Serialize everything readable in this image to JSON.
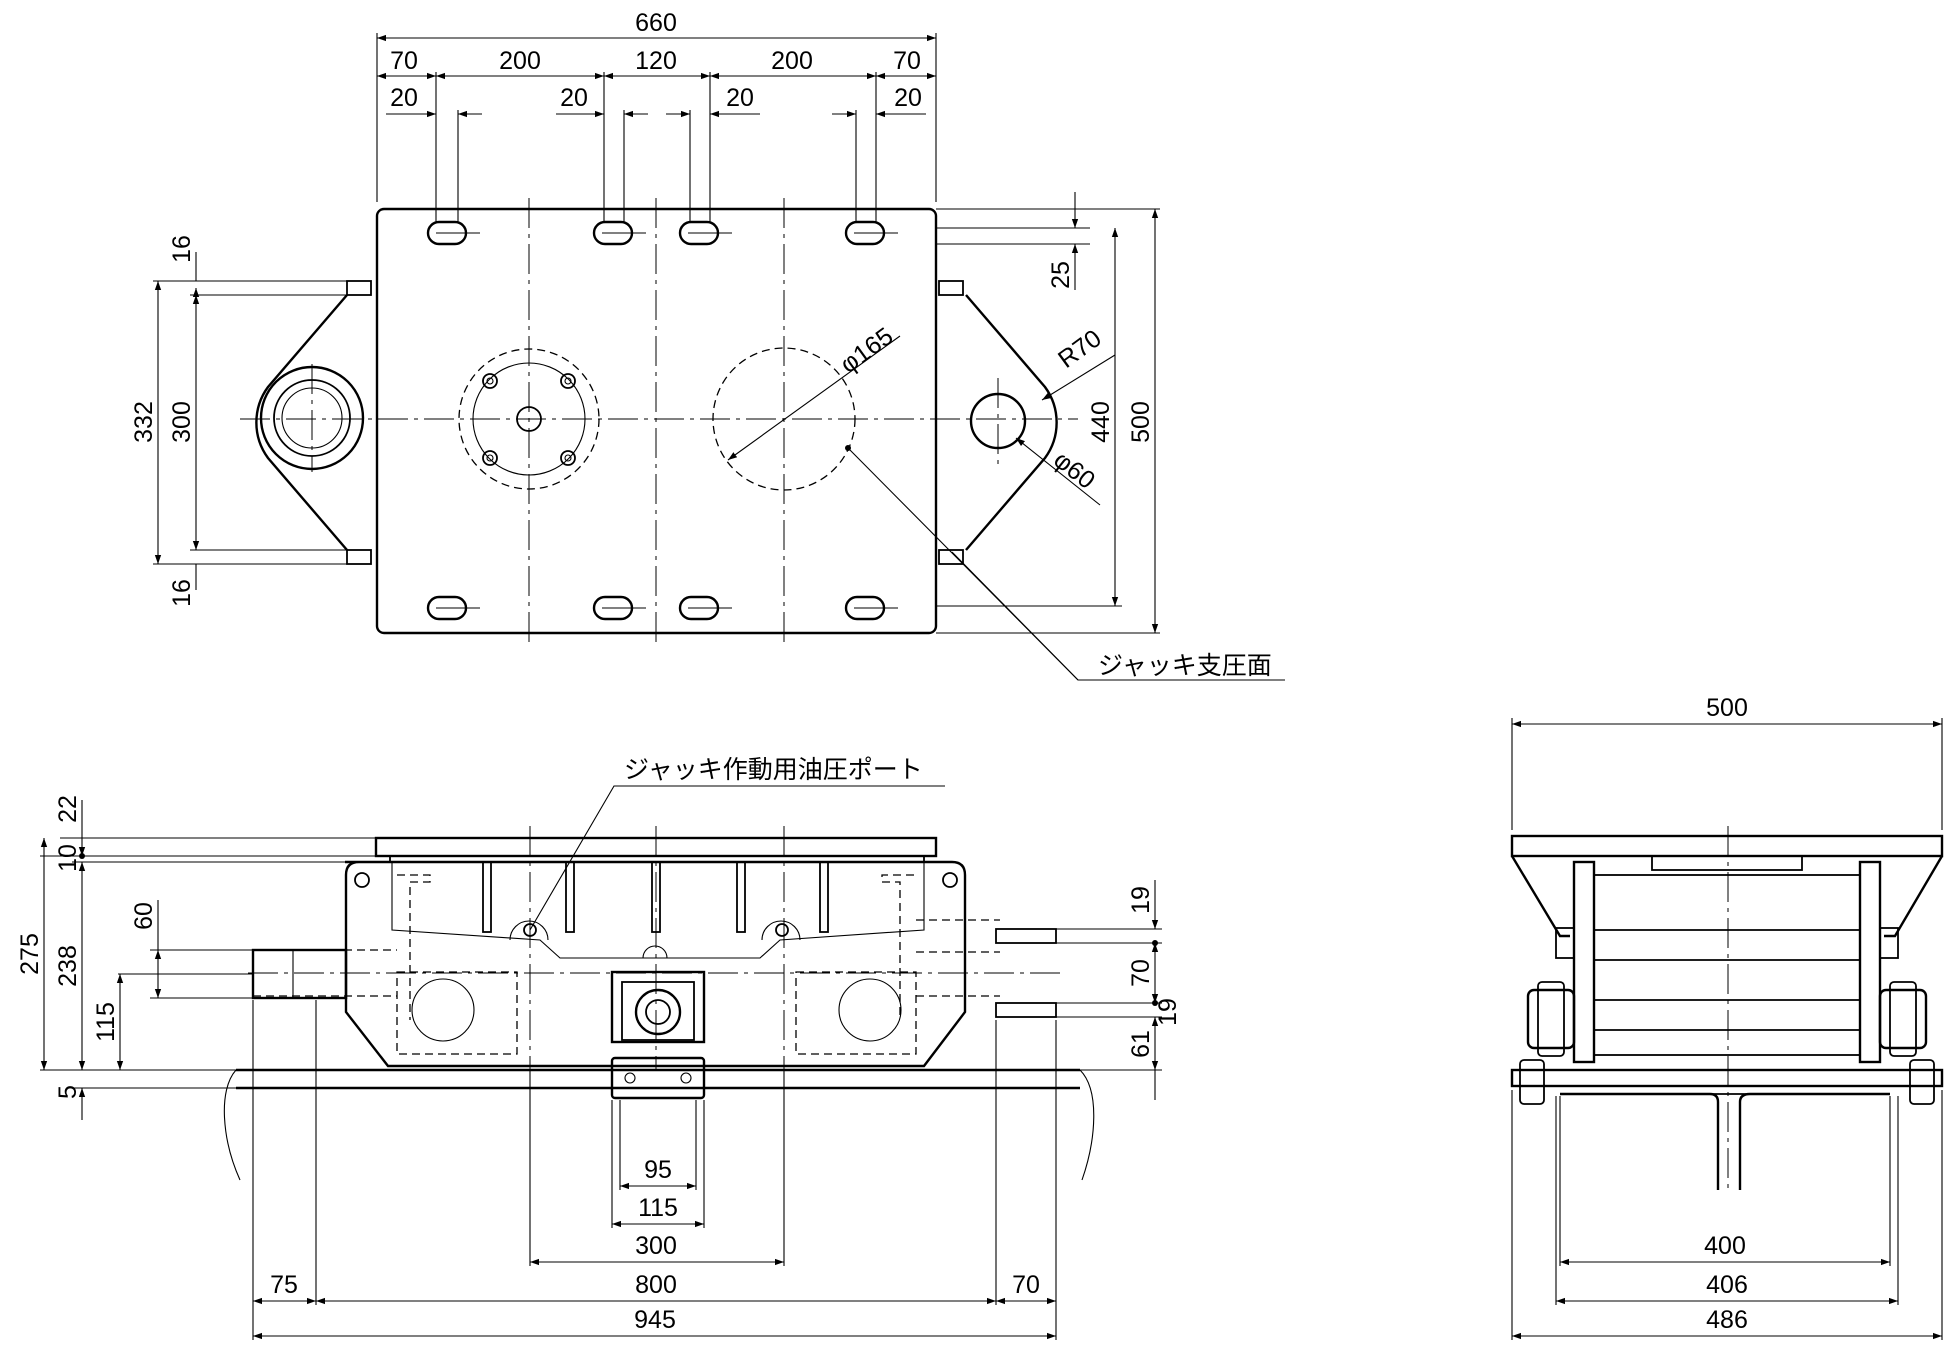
{
  "top_view": {
    "dims": {
      "overall_width": "660",
      "d70_left": "70",
      "d200_left": "200",
      "d120": "120",
      "d200_right": "200",
      "d70_right": "70",
      "slot20_a": "20",
      "slot20_b": "20",
      "slot20_c": "20",
      "slot20_d": "20",
      "d16_top": "16",
      "d16_bottom": "16",
      "d332": "332",
      "d300": "300",
      "d25": "25",
      "r70": "R70",
      "d440": "440",
      "d500": "500",
      "phi165": "φ165",
      "phi60": "φ60"
    },
    "callout_jack_bearing": "ジャッキ支圧面"
  },
  "front_view": {
    "callout_oil_port": "ジャッキ作動用油圧ポート",
    "dims": {
      "d22": "22",
      "d10": "10",
      "d275": "275",
      "d238": "238",
      "d60": "60",
      "d115_v": "115",
      "d5": "5",
      "d19_top": "19",
      "d70_v": "70",
      "d19_mid": "19",
      "d61": "61",
      "d95": "95",
      "d115_h": "115",
      "d300_h": "300",
      "d75": "75",
      "d800": "800",
      "d70_h": "70",
      "d945": "945"
    }
  },
  "side_view": {
    "dims": {
      "d500": "500",
      "d400": "400",
      "d406": "406",
      "d486": "486"
    }
  }
}
